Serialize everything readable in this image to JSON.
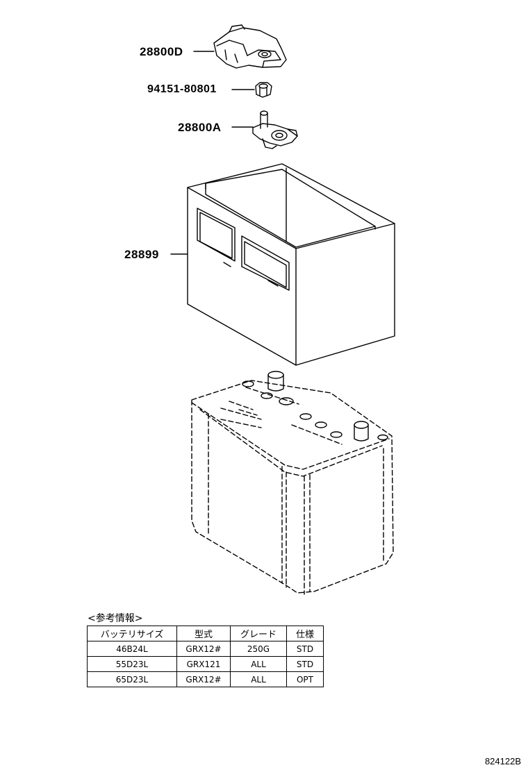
{
  "callouts": [
    {
      "id": "terminal-minus",
      "label": "28800D"
    },
    {
      "id": "nut",
      "label": "94151-80801"
    },
    {
      "id": "terminal-plus",
      "label": "28800A"
    },
    {
      "id": "battery-cover",
      "label": "28899"
    }
  ],
  "reference": {
    "caption": "<参考情報>",
    "headers": [
      "バッテリサイズ",
      "型式",
      "グレード",
      "仕様"
    ],
    "rows": [
      [
        "46B24L",
        "GRX12#",
        "250G",
        "STD"
      ],
      [
        "55D23L",
        "GRX121",
        "ALL",
        "STD"
      ],
      [
        "65D23L",
        "GRX12#",
        "ALL",
        "OPT"
      ]
    ]
  },
  "drawing_code": "824122B"
}
